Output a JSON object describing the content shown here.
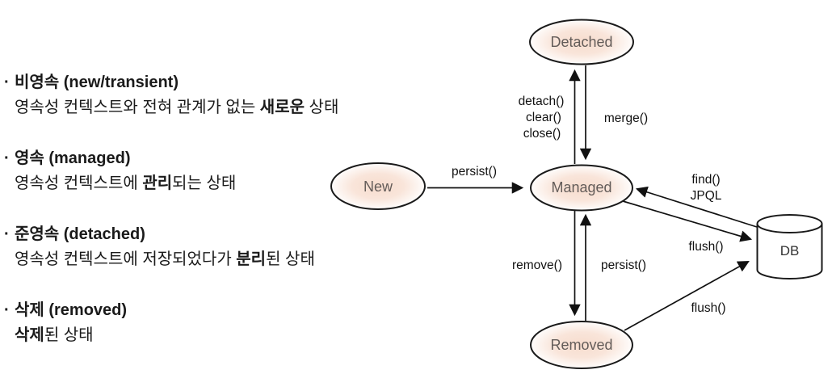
{
  "notes": {
    "bullet": "·",
    "items": [
      {
        "title": "비영속 (new/transient)",
        "body_pre": "영속성 컨텍스트와 전혀 관계가 없는 ",
        "body_bold": "새로운",
        "body_post": " 상태"
      },
      {
        "title": "영속 (managed)",
        "body_pre": "영속성 컨텍스트에 ",
        "body_bold": "관리",
        "body_post": "되는 상태"
      },
      {
        "title": "준영속 (detached)",
        "body_pre": "영속성 컨텍스트에 저장되었다가 ",
        "body_bold": "분리",
        "body_post": "된 상태"
      },
      {
        "title": "삭제 (removed)",
        "body_pre": "",
        "body_bold": "삭제",
        "body_post": "된 상태"
      }
    ]
  },
  "diagram": {
    "nodes": {
      "detached": "Detached",
      "new": "New",
      "managed": "Managed",
      "removed": "Removed",
      "db": "DB"
    },
    "edges": {
      "persist_new": "persist()",
      "detach_l1": "detach()",
      "detach_l2": "clear()",
      "detach_l3": "close()",
      "merge": "merge()",
      "find_l1": "find()",
      "find_l2": "JPQL",
      "flush_managed": "flush()",
      "remove": "remove()",
      "persist_removed": "persist()",
      "flush_removed": "flush()"
    }
  },
  "colors": {
    "background": "#ffffff",
    "node_glow": "#f8dfd1",
    "node_stroke": "#1a1a1a",
    "node_text": "#635c59",
    "edge": "#111111",
    "text": "#1a1a1a"
  }
}
